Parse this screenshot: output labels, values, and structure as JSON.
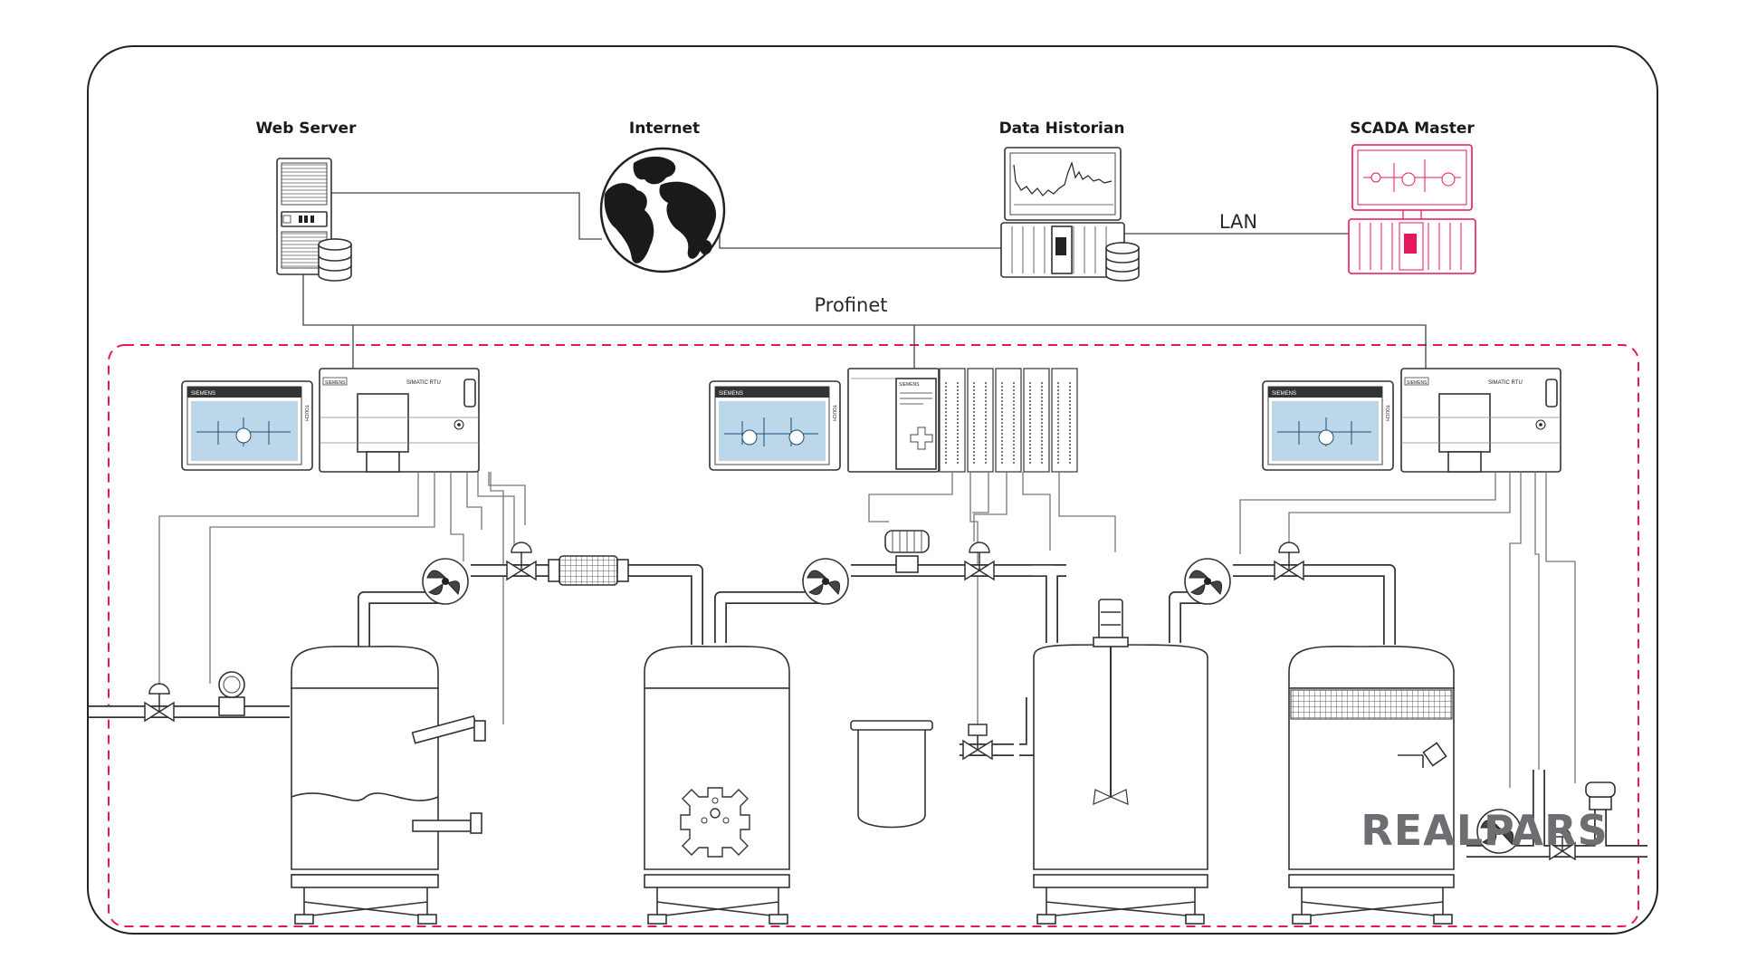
{
  "labels": {
    "web_server": "Web Server",
    "internet": "Internet",
    "data_historian": "Data Historian",
    "scada_master": "SCADA Master",
    "lan": "LAN",
    "profinet": "Profinet",
    "brand": "REALPARS"
  },
  "hmi": {
    "brand": "SIEMENS",
    "side": "TOUCH"
  },
  "rtu": {
    "brand": "SIEMENS",
    "title": "SIMATIC RTU"
  },
  "plc": {
    "brand": "SIEMENS"
  },
  "colors": {
    "accent": "#e8175d",
    "line": "#333333",
    "hmi_screen": "#bcd7ea",
    "brand_gray": "#6d6e71"
  }
}
